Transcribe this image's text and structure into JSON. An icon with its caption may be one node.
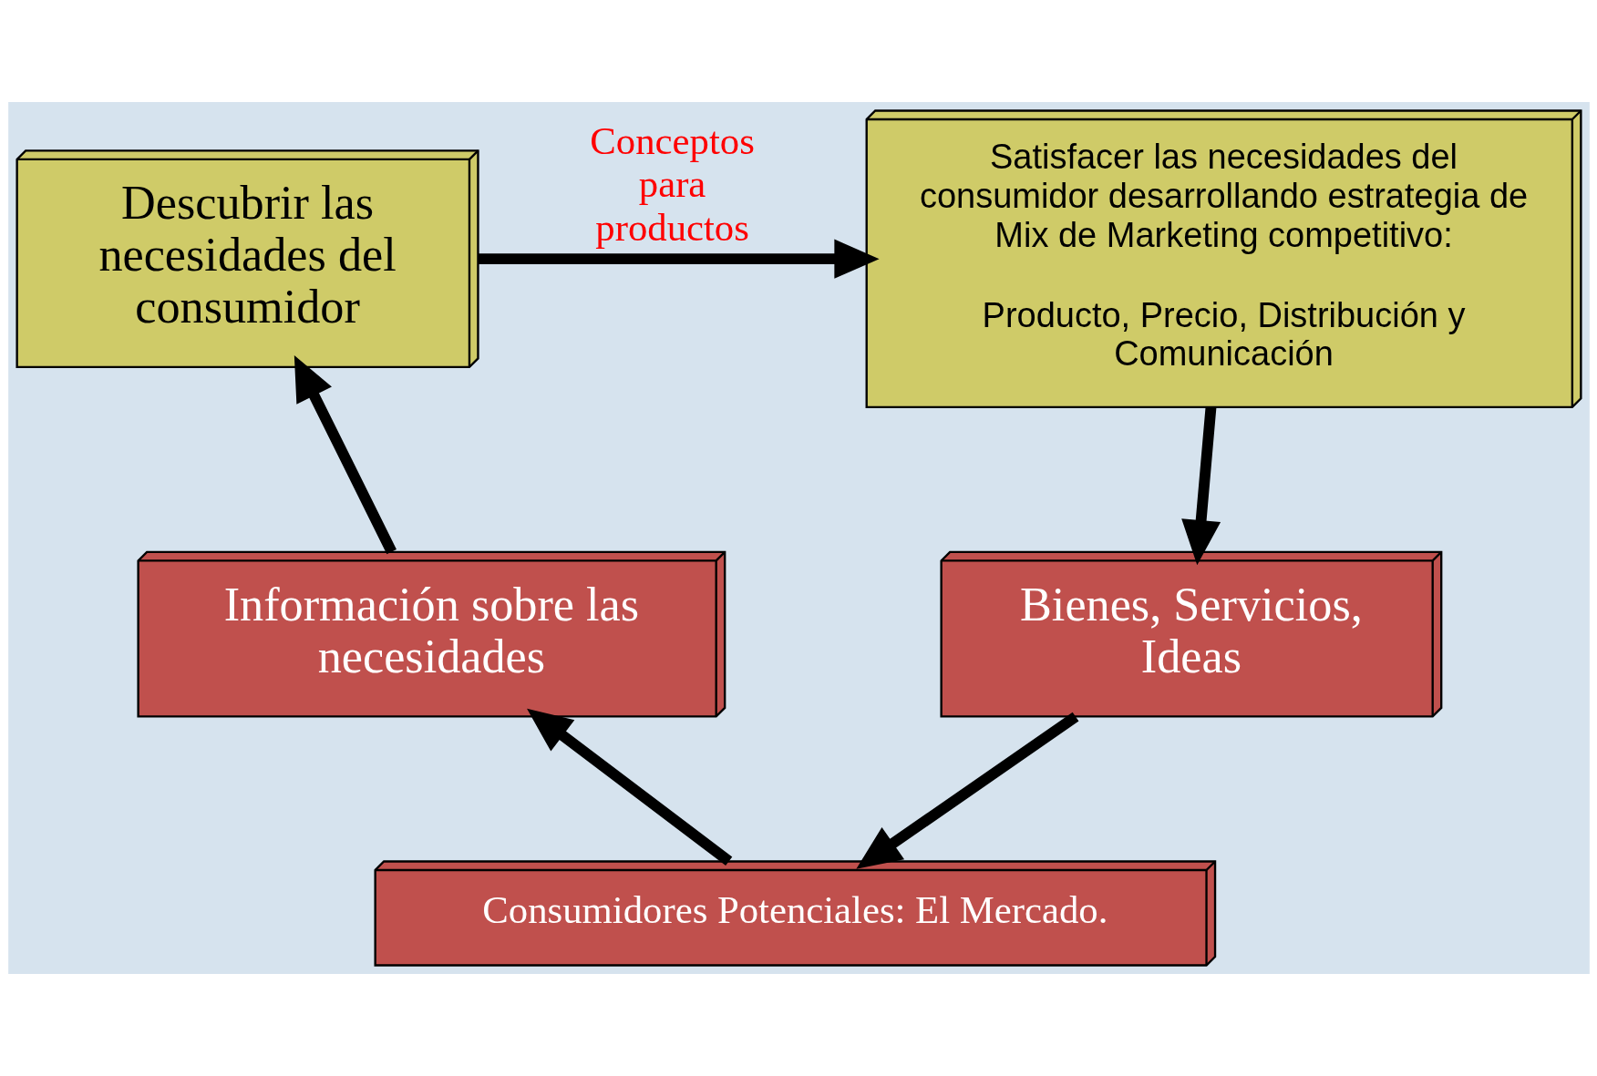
{
  "diagram": {
    "nodes": [
      {
        "text": [
          "Descubrir las necesidades del consumidor"
        ]
      },
      {
        "text": [
          "Satisfacer las necesidades del consumidor desarrollando estrategia de Mix de Marketing competitivo:",
          "Producto, Precio, Distribución y Comunicación"
        ]
      },
      {
        "text": [
          "Información sobre las necesidades"
        ]
      },
      {
        "text": [
          "Bienes, Servicios, Ideas"
        ]
      },
      {
        "text": [
          "Consumidores Potenciales: El Mercado."
        ]
      }
    ],
    "edges": [
      {
        "from": 0,
        "to": 1,
        "arrow": "to",
        "label": "Conceptos para productos"
      },
      {
        "from": 2,
        "to": 0,
        "arrow": "to"
      },
      {
        "from": 4,
        "to": 2,
        "arrow": "to"
      },
      {
        "from": 1,
        "to": 3,
        "arrow": "to"
      },
      {
        "from": 3,
        "to": 4,
        "arrow": "to"
      }
    ]
  }
}
